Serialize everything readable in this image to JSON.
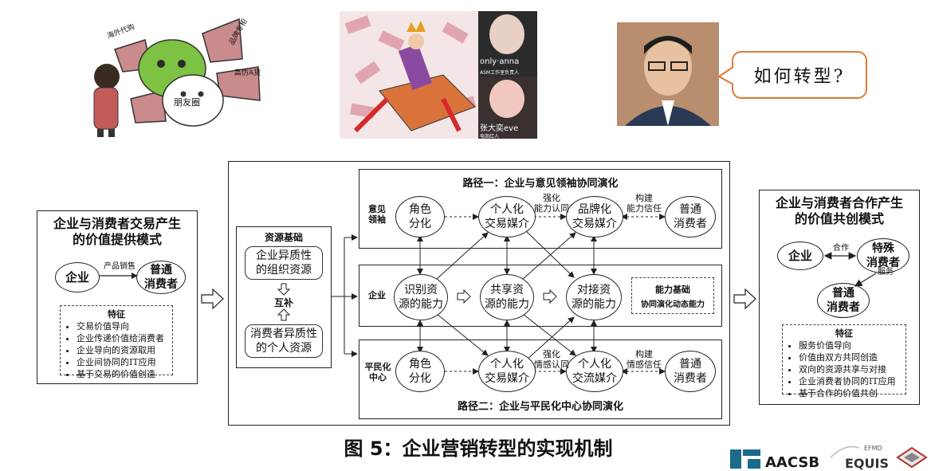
{
  "illustrations": {
    "wechat": {
      "labels": [
        "海外代购",
        "朋友圈",
        "品牌专柜",
        "高仿A货"
      ]
    },
    "influencer": {
      "names": [
        "only·anna",
        "张大奕eve"
      ],
      "captions": [
        "ASM工作室负责人",
        "电商红人"
      ]
    },
    "speaker": {
      "bubble": "如何转型?"
    }
  },
  "left_panel": {
    "title": "企业与消费者交易产生\n的价值提供模式",
    "node_a": "企业",
    "node_b": "普通\n消费者",
    "edge_label": "产品销售",
    "features_title": "特征",
    "features": [
      "交易价值导向",
      "企业传递价值给消费者",
      "企业导向的资源取用",
      "企业间协同的IT应用",
      "基于交易的价值创造"
    ]
  },
  "resource_panel": {
    "title": "资源基础",
    "box1": "企业异质性\n的组织资源",
    "mid": "互补",
    "box2": "消费者异质性\n的个人资源"
  },
  "path1": {
    "title": "路径一：企业与意见领袖协同演化",
    "row_label": "意见\n领袖",
    "n1": "角色\n分化",
    "n2": "个人化\n交易媒介",
    "n3": "品牌化\n交易媒介",
    "n4": "普通\n消费者",
    "e1": "强化\n能力认同",
    "e2": "构建\n能力信任"
  },
  "enterprise": {
    "row_label": "企业",
    "n1": "识别资\n源的能力",
    "n2": "共享资\n源的能力",
    "n3": "对接资\n源的能力",
    "ability_title": "能力基础",
    "ability_sub": "协同演化动态能力"
  },
  "path2": {
    "title": "路径二：企业与平民化中心协同演化",
    "row_label": "平民化\n中心",
    "n1": "角色\n分化",
    "n2": "个人化\n交易媒介",
    "n3": "个人化\n交流媒介",
    "n4": "普通\n消费者",
    "e1": "强化\n情感认同",
    "e2": "构建\n情感信任"
  },
  "right_panel": {
    "title": "企业与消费者合作产生\n的价值共创模式",
    "node_a": "企业",
    "node_b": "特殊\n消费者",
    "node_c": "普通\n消费者",
    "edge_ab": "合作",
    "edge_bc": "服务",
    "features_title": "特征",
    "features": [
      "服务价值导向",
      "价值由双方共同创造",
      "双向的资源共享与对接",
      "企业消费者协同的IT应用",
      "基于合作的价值共创"
    ]
  },
  "caption": "图 5：企业营销转型的实现机制",
  "logos": {
    "aacsb": "AACSB",
    "efmd": "EFMD",
    "equis": "EQUIS"
  },
  "colors": {
    "wechat_green": "#7dc242",
    "bubble_border": "#e07a30",
    "crown": "#e3a020"
  }
}
